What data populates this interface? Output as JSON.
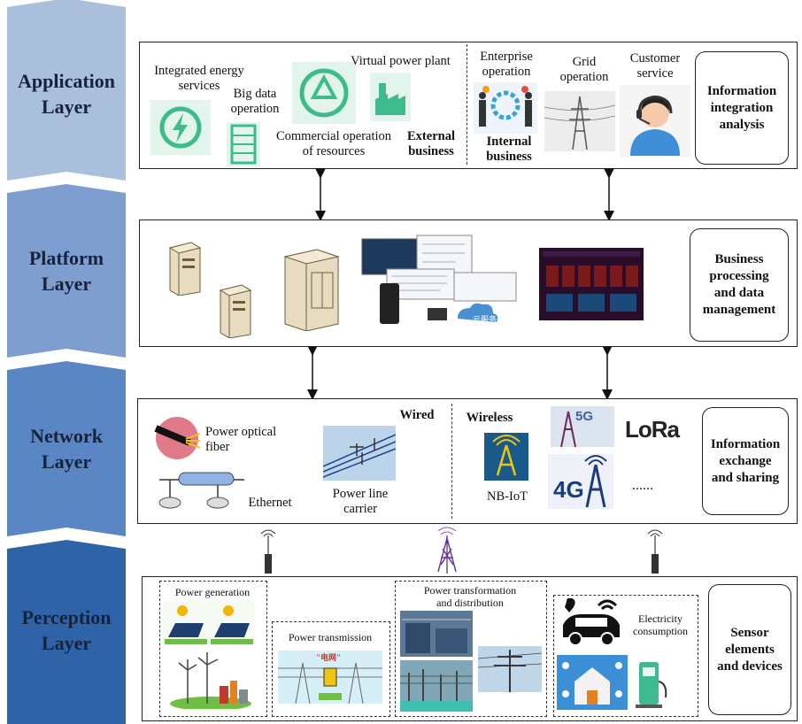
{
  "colors": {
    "application": "#a9bfdc",
    "platform": "#7d9ecf",
    "network": "#5a86c4",
    "perception": "#2e63a8",
    "green": "#3dbb8e"
  },
  "layers": {
    "application": {
      "label_line1": "Application",
      "label_line2": "Layer",
      "side_box": [
        "Information",
        "integration",
        "analysis"
      ]
    },
    "platform": {
      "label_line1": "Platform",
      "label_line2": "Layer",
      "side_box": [
        "Business",
        "processing",
        "and data",
        "management"
      ]
    },
    "network": {
      "label_line1": "Network",
      "label_line2": "Layer",
      "side_box": [
        "Information",
        "exchange",
        "and sharing"
      ]
    },
    "perception": {
      "label_line1": "Perception",
      "label_line2": "Layer",
      "side_box": [
        "Sensor",
        "elements",
        "and devices"
      ]
    }
  },
  "application": {
    "integrated_energy": [
      "Integrated energy",
      "services"
    ],
    "big_data": [
      "Big data",
      "operation"
    ],
    "virtual_power_plant": "Virtual power plant",
    "commercial": [
      "Commercial operation",
      "of resources"
    ],
    "external_business": [
      "External",
      "business"
    ],
    "enterprise": [
      "Enterprise",
      "operation"
    ],
    "internal_business": [
      "Internal",
      "business"
    ],
    "grid": [
      "Grid",
      "operation"
    ],
    "customer": [
      "Customer",
      "service"
    ]
  },
  "platform": {
    "cloud_text": "云服务器"
  },
  "network": {
    "optical": [
      "Power optical",
      "fiber"
    ],
    "ethernet": "Ethernet",
    "plc": [
      "Power line",
      "carrier"
    ],
    "wired": "Wired",
    "wireless": "Wireless",
    "nbiot": "NB-IoT",
    "g5": "5G",
    "lora": "LoRa",
    "g4": "4G",
    "more": "......"
  },
  "perception": {
    "generation": "Power generation",
    "transmission": "Power transmission",
    "transformation": [
      "Power transformation",
      "and distribution"
    ],
    "consumption": [
      "Electricity",
      "consumption"
    ],
    "transmission_sign": "\"电网\""
  }
}
